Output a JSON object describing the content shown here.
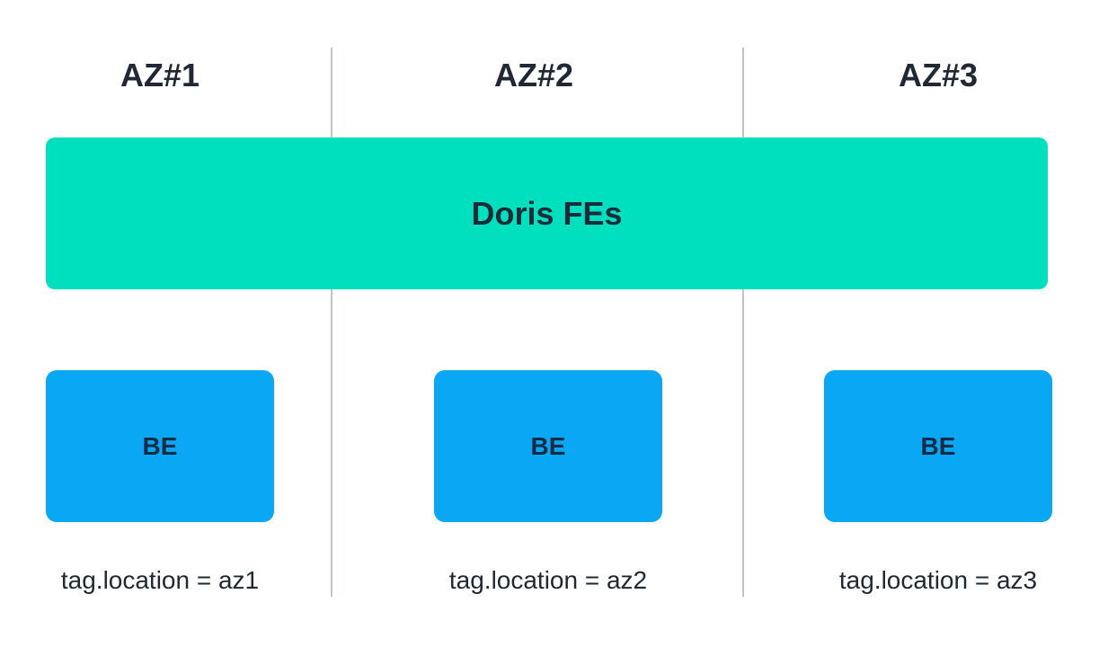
{
  "colors": {
    "fe_fill": "#00e0be",
    "be_fill": "#0aa7f5",
    "divider": "#bfc4cc",
    "text_dark": "#1f2833"
  },
  "zones": [
    {
      "title": "AZ#1",
      "be_label": "BE",
      "tag": "tag.location = az1"
    },
    {
      "title": "AZ#2",
      "be_label": "BE",
      "tag": "tag.location = az2"
    },
    {
      "title": "AZ#3",
      "be_label": "BE",
      "tag": "tag.location = az3"
    }
  ],
  "fe": {
    "label": "Doris FEs"
  }
}
